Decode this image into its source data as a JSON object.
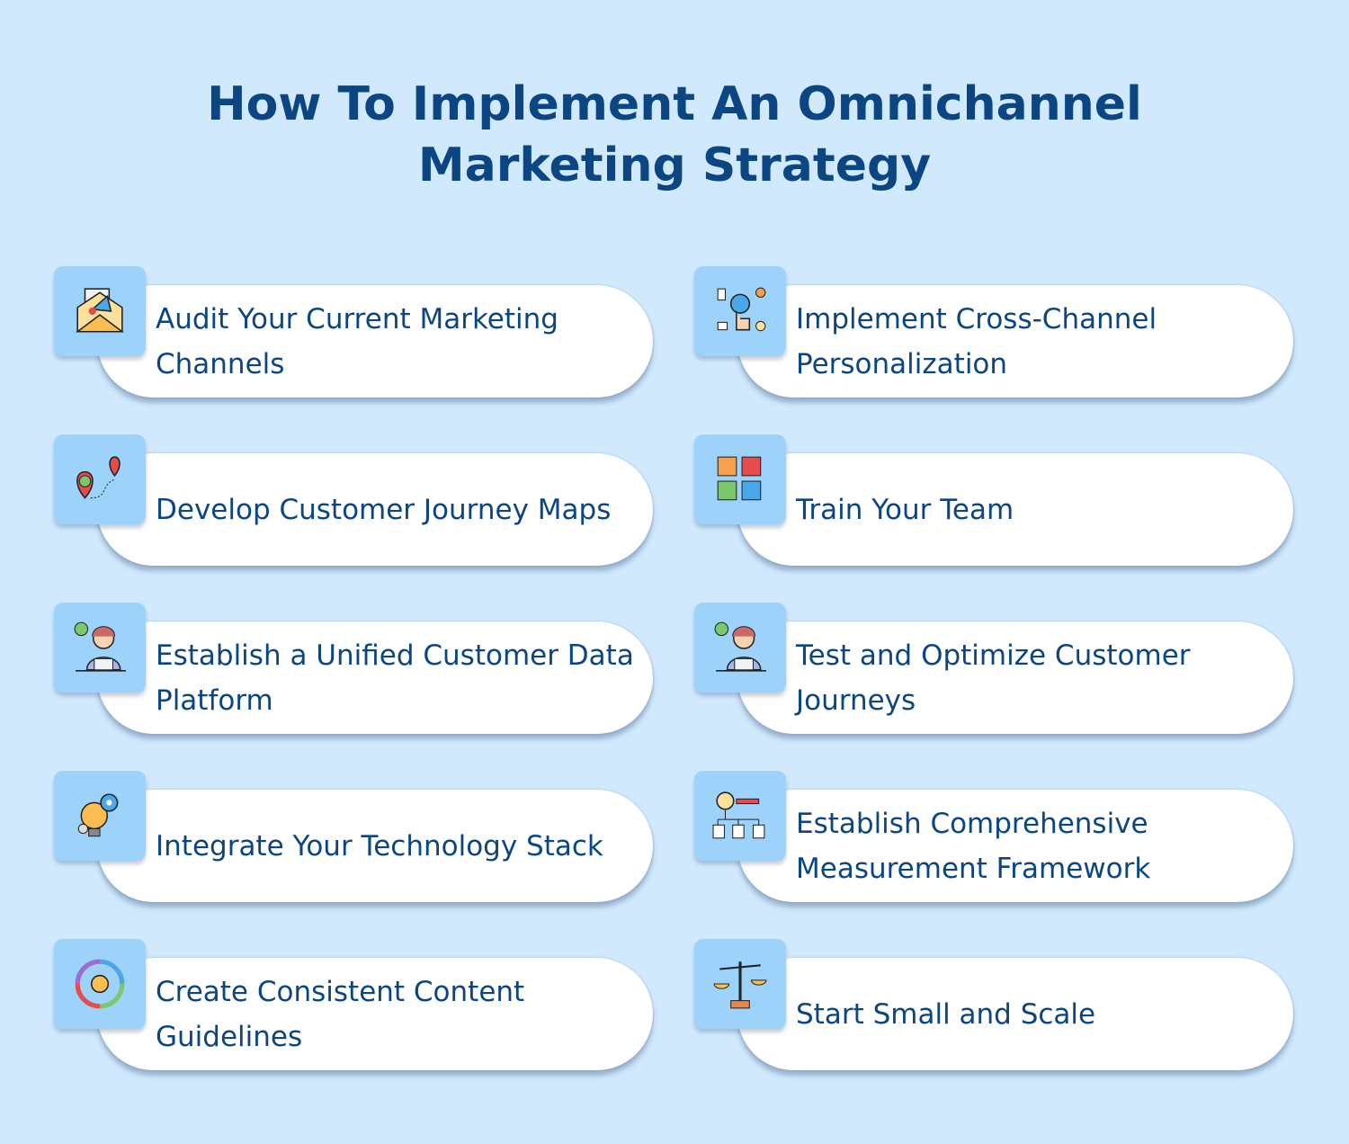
{
  "title": {
    "line1": "How To Implement An Omnichannel",
    "line2": "Marketing Strategy"
  },
  "steps": [
    {
      "label": "Audit Your Current Marketing Channels",
      "icon": "envelope-megaphone-icon"
    },
    {
      "label": "Implement Cross-Channel Personalization",
      "icon": "network-hand-icon"
    },
    {
      "label": "Develop Customer Journey Maps",
      "icon": "map-pin-journey-icon"
    },
    {
      "label": "Train Your Team",
      "icon": "puzzle-team-icon"
    },
    {
      "label": "Establish a Unified Customer Data Platform",
      "icon": "support-agent-icon"
    },
    {
      "label": "Test and Optimize Customer Journeys",
      "icon": "support-agent-icon"
    },
    {
      "label": "Integrate Your Technology Stack",
      "icon": "lightbulb-gear-icon"
    },
    {
      "label": "Establish Comprehensive Measurement Framework",
      "icon": "idea-hierarchy-icon"
    },
    {
      "label": "Create Consistent Content Guidelines",
      "icon": "cycle-arrows-icon"
    },
    {
      "label": "Start Small and Scale",
      "icon": "balance-scale-icon"
    }
  ]
}
